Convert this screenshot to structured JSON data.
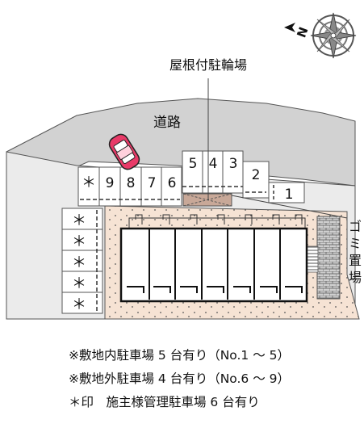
{
  "labels": {
    "road": "道路",
    "bike_shelter": "屋根付駐輪場",
    "garbage": [
      "ゴ",
      "ミ",
      "置",
      "場"
    ],
    "compass_n": "N"
  },
  "slots_top": [
    "＊",
    "9",
    "8",
    "7",
    "6"
  ],
  "slots_upper": [
    "5",
    "4",
    "3"
  ],
  "slot_2": "2",
  "slot_1": "1",
  "slots_left": [
    "＊",
    "＊",
    "＊",
    "＊",
    "＊"
  ],
  "notes": [
    "※敷地内駐車場 5 台有り（No.1 ～ 5）",
    "※敷地外駐車場 4 台有り（No.6 ～ 9）",
    "＊印　施主様管理駐車場 6 台有り"
  ],
  "colors": {
    "road": "#d2d2d2",
    "lot": "#ebebeb",
    "site": "#f6e3d4",
    "building": "#ffffff",
    "shelter": "#c8a898",
    "car": "#e83a68"
  }
}
